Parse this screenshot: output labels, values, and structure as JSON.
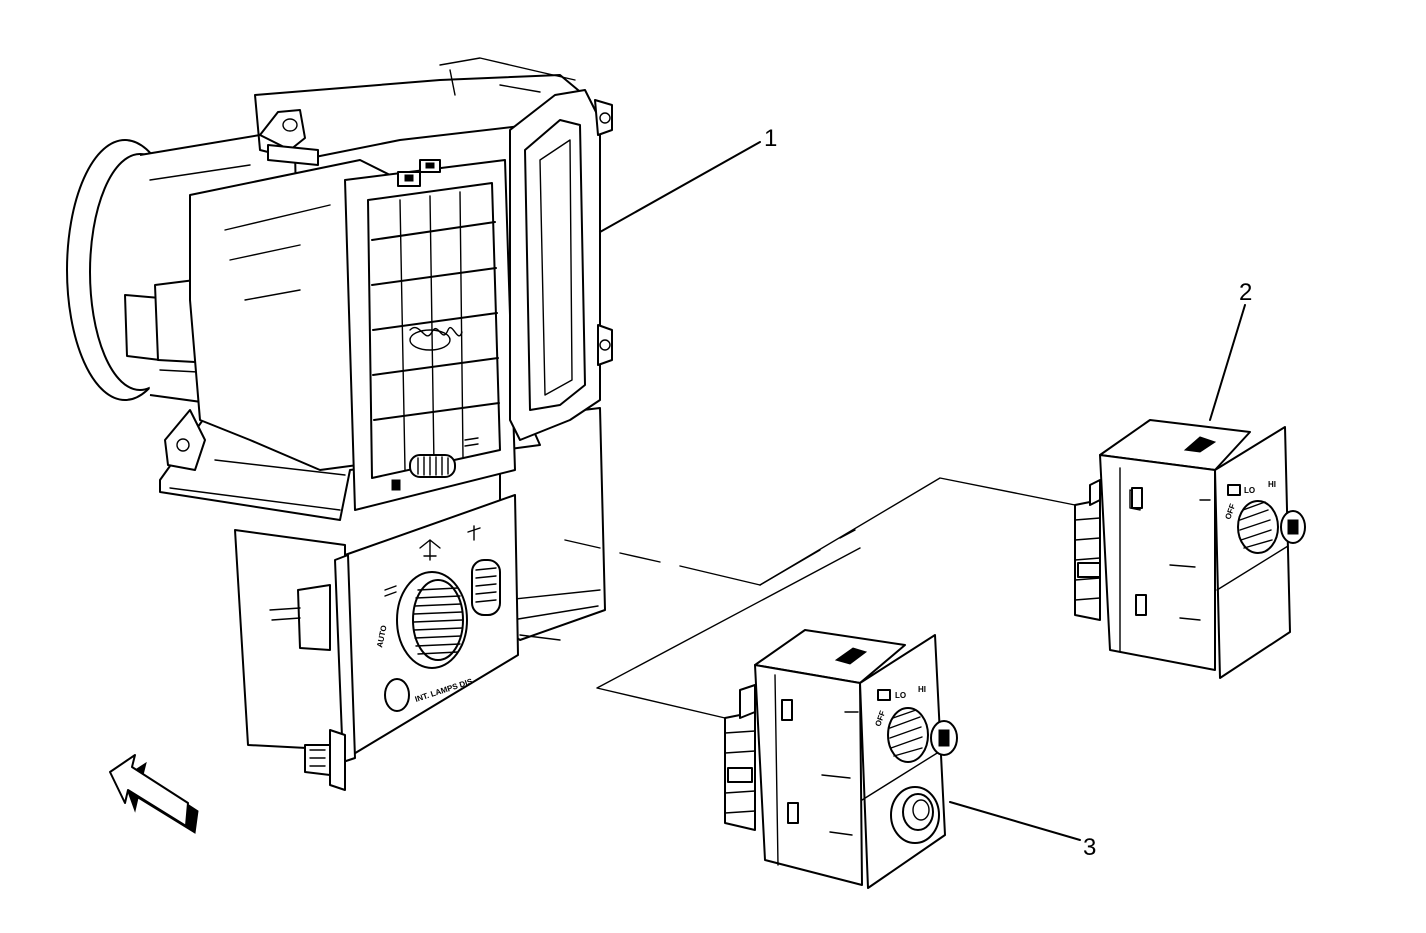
{
  "callouts": [
    {
      "id": "1",
      "label": "1"
    },
    {
      "id": "2",
      "label": "2"
    },
    {
      "id": "3",
      "label": "3"
    }
  ],
  "switch_markings": {
    "headlamp_auto": "AUTO",
    "headlamp_int_lamps": "INT. LAMPS DIS",
    "mirror_off": "OFF",
    "mirror_lo": "LO",
    "mirror_hi": "HI"
  }
}
